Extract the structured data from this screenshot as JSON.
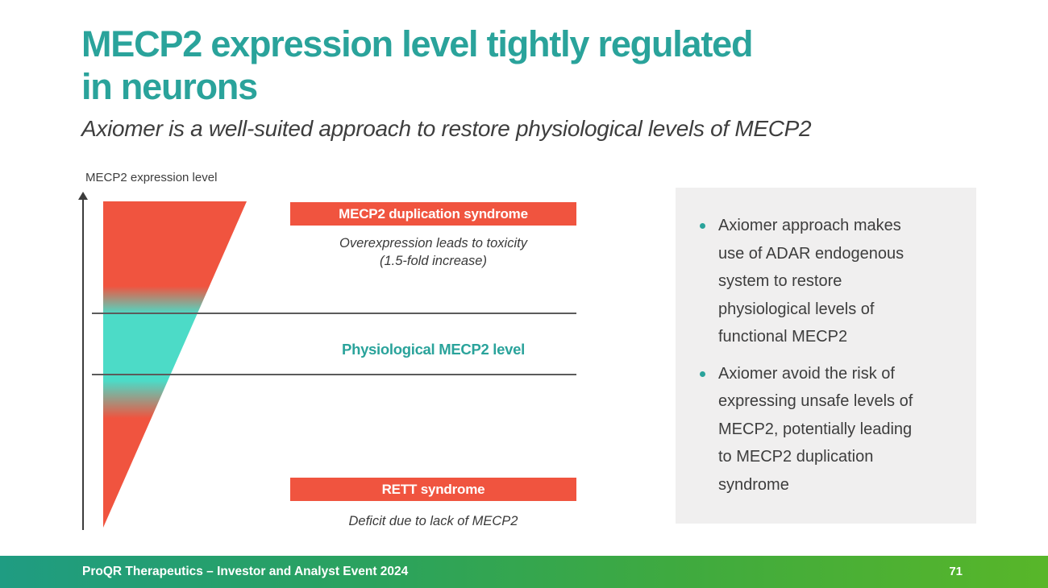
{
  "colors": {
    "title_teal": "#2aa39b",
    "coral": "#f0543f",
    "teal_band": "#4cdbc7",
    "panel_gray": "#f0efef",
    "footer_left": "#1f9c82",
    "footer_right": "#58b629"
  },
  "header": {
    "title_line1": "MECP2 expression level tightly regulated",
    "title_line2": "in neurons",
    "subtitle": "Axiomer is a well-suited approach to restore physiological levels of MECP2"
  },
  "chart": {
    "y_axis_label": "MECP2 expression level",
    "duplication_zone": {
      "banner": "MECP2 duplication syndrome",
      "caption_line1": "Overexpression leads to toxicity",
      "caption_line2": "(1.5-fold increase)"
    },
    "physiological_zone": {
      "label": "Physiological MECP2 level"
    },
    "rett_zone": {
      "banner": "RETT syndrome",
      "caption": "Deficit due to lack of MECP2"
    }
  },
  "side_panel": {
    "bullets": [
      "Axiomer approach makes use of ADAR endogenous system to restore physiological levels of functional MECP2",
      "Axiomer avoid the risk of expressing unsafe levels of MECP2, potentially leading to MECP2 duplication syndrome"
    ]
  },
  "footer": {
    "left_text": "ProQR Therapeutics – Investor and Analyst Event 2024",
    "page_number": "71"
  }
}
